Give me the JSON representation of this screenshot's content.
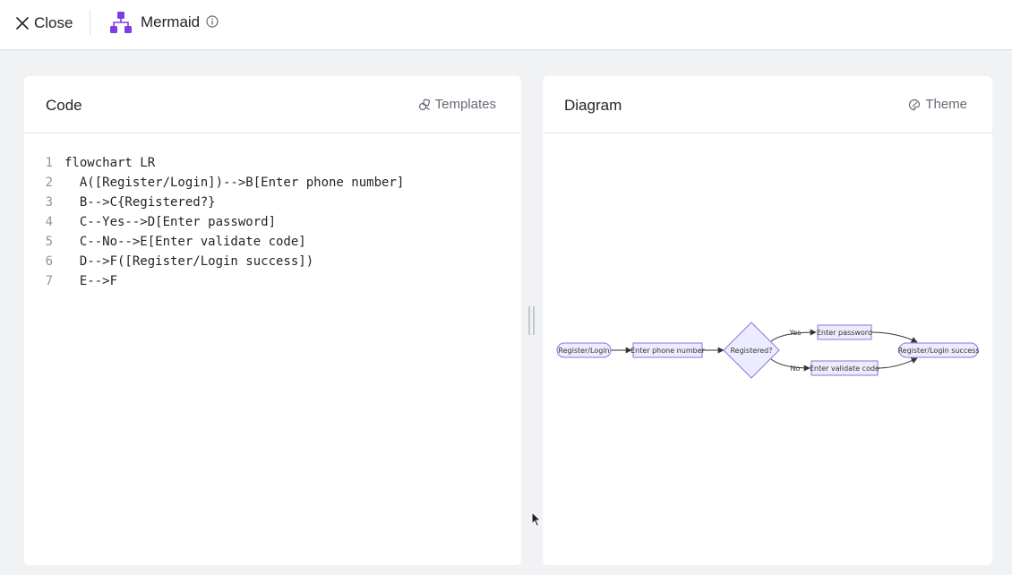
{
  "topbar": {
    "close_label": "Close",
    "app_title": "Mermaid",
    "app_icon": "flowchart-icon",
    "accent_color": "#7b3fe4"
  },
  "code_panel": {
    "title": "Code",
    "templates_label": "Templates",
    "lines": [
      {
        "num": "1",
        "text": "flowchart LR"
      },
      {
        "num": "2",
        "text": "  A([Register/Login])-->B[Enter phone number]"
      },
      {
        "num": "3",
        "text": "  B-->C{Registered?}"
      },
      {
        "num": "4",
        "text": "  C--Yes-->D[Enter password]"
      },
      {
        "num": "5",
        "text": "  C--No-->E[Enter validate code]"
      },
      {
        "num": "6",
        "text": "  D-->F([Register/Login success])"
      },
      {
        "num": "7",
        "text": "  E-->F"
      }
    ]
  },
  "diagram_panel": {
    "title": "Diagram",
    "theme_label": "Theme",
    "node_fill": "#ececff",
    "node_stroke": "#9370db",
    "nodes": {
      "A": "Register/Login",
      "B": "Enter phone number",
      "C": "Registered?",
      "D": "Enter password",
      "E": "Enter validate code",
      "F": "Register/Login success"
    },
    "edges": {
      "yes": "Yes",
      "no": "No"
    }
  }
}
